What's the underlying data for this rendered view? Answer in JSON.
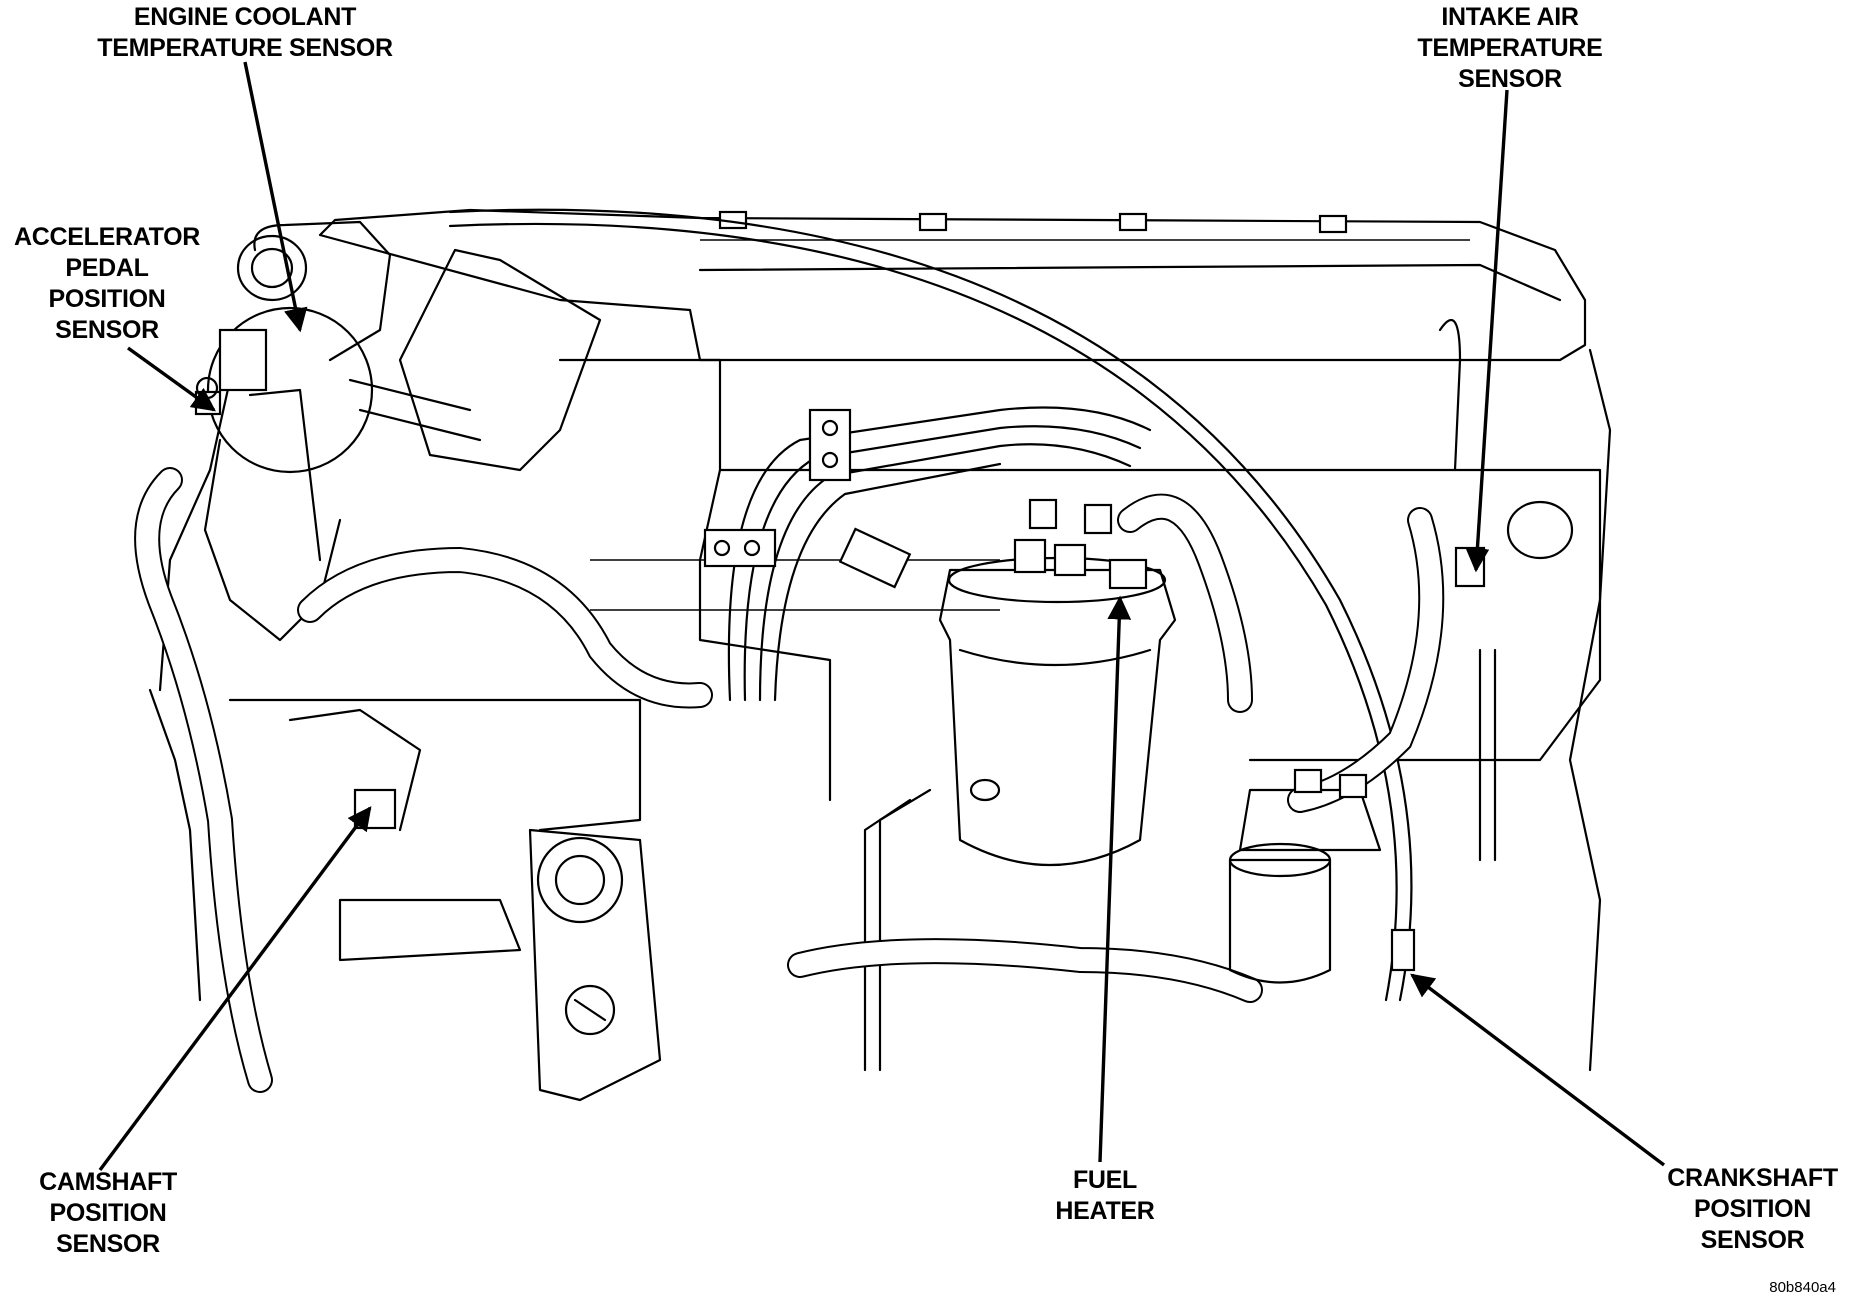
{
  "labels": {
    "engine_coolant_temp": [
      "ENGINE COOLANT",
      "TEMPERATURE SENSOR"
    ],
    "accelerator_pedal": [
      "ACCELERATOR",
      "PEDAL",
      "POSITION",
      "SENSOR"
    ],
    "intake_air_temp": [
      "INTAKE AIR",
      "TEMPERATURE",
      "SENSOR"
    ],
    "camshaft_position": [
      "CAMSHAFT",
      "POSITION",
      "SENSOR"
    ],
    "fuel_heater": [
      "FUEL",
      "HEATER"
    ],
    "crankshaft_position": [
      "CRANKSHAFT",
      "POSITION",
      "SENSOR"
    ]
  },
  "figure_code": "80b840a4"
}
